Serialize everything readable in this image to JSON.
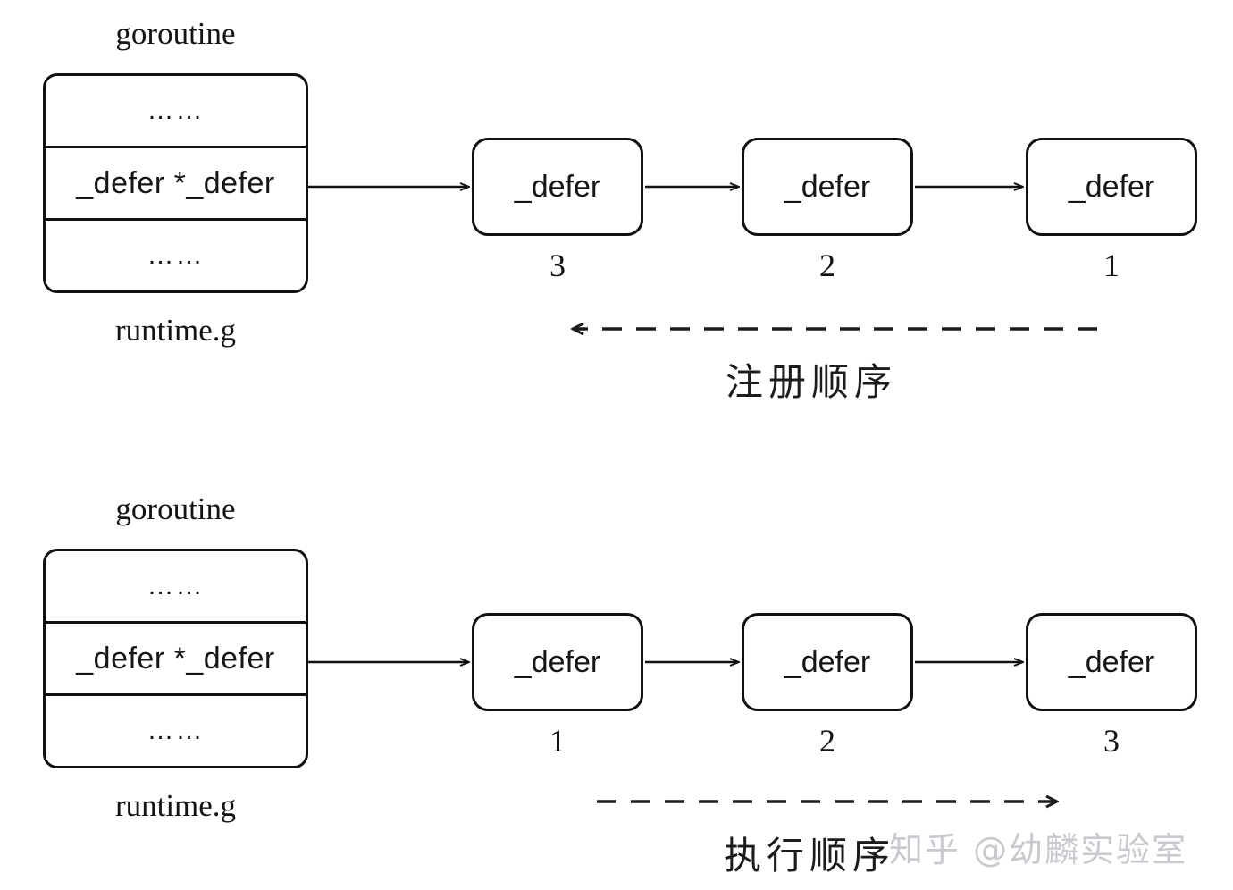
{
  "diagram": {
    "background": "#ffffff",
    "stroke_color": "#111111",
    "watermark_color": "#c9c9cf",
    "watermark": "知乎 @幼麟实验室"
  },
  "sections": [
    {
      "id": "registration",
      "struct": {
        "top_caption": "goroutine",
        "bottom_caption": "runtime.g",
        "rows": [
          {
            "text": "……"
          },
          {
            "text": "_defer *_defer"
          },
          {
            "text": "……"
          }
        ]
      },
      "nodes": [
        {
          "label": "_defer",
          "index": "3"
        },
        {
          "label": "_defer",
          "index": "2"
        },
        {
          "label": "_defer",
          "index": "1"
        }
      ],
      "flow": {
        "label": "注册顺序",
        "direction": "left"
      }
    },
    {
      "id": "execution",
      "struct": {
        "top_caption": "goroutine",
        "bottom_caption": "runtime.g",
        "rows": [
          {
            "text": "……"
          },
          {
            "text": "_defer *_defer"
          },
          {
            "text": "……"
          }
        ]
      },
      "nodes": [
        {
          "label": "_defer",
          "index": "1"
        },
        {
          "label": "_defer",
          "index": "2"
        },
        {
          "label": "_defer",
          "index": "3"
        }
      ],
      "flow": {
        "label": "执行顺序",
        "direction": "right"
      }
    }
  ]
}
